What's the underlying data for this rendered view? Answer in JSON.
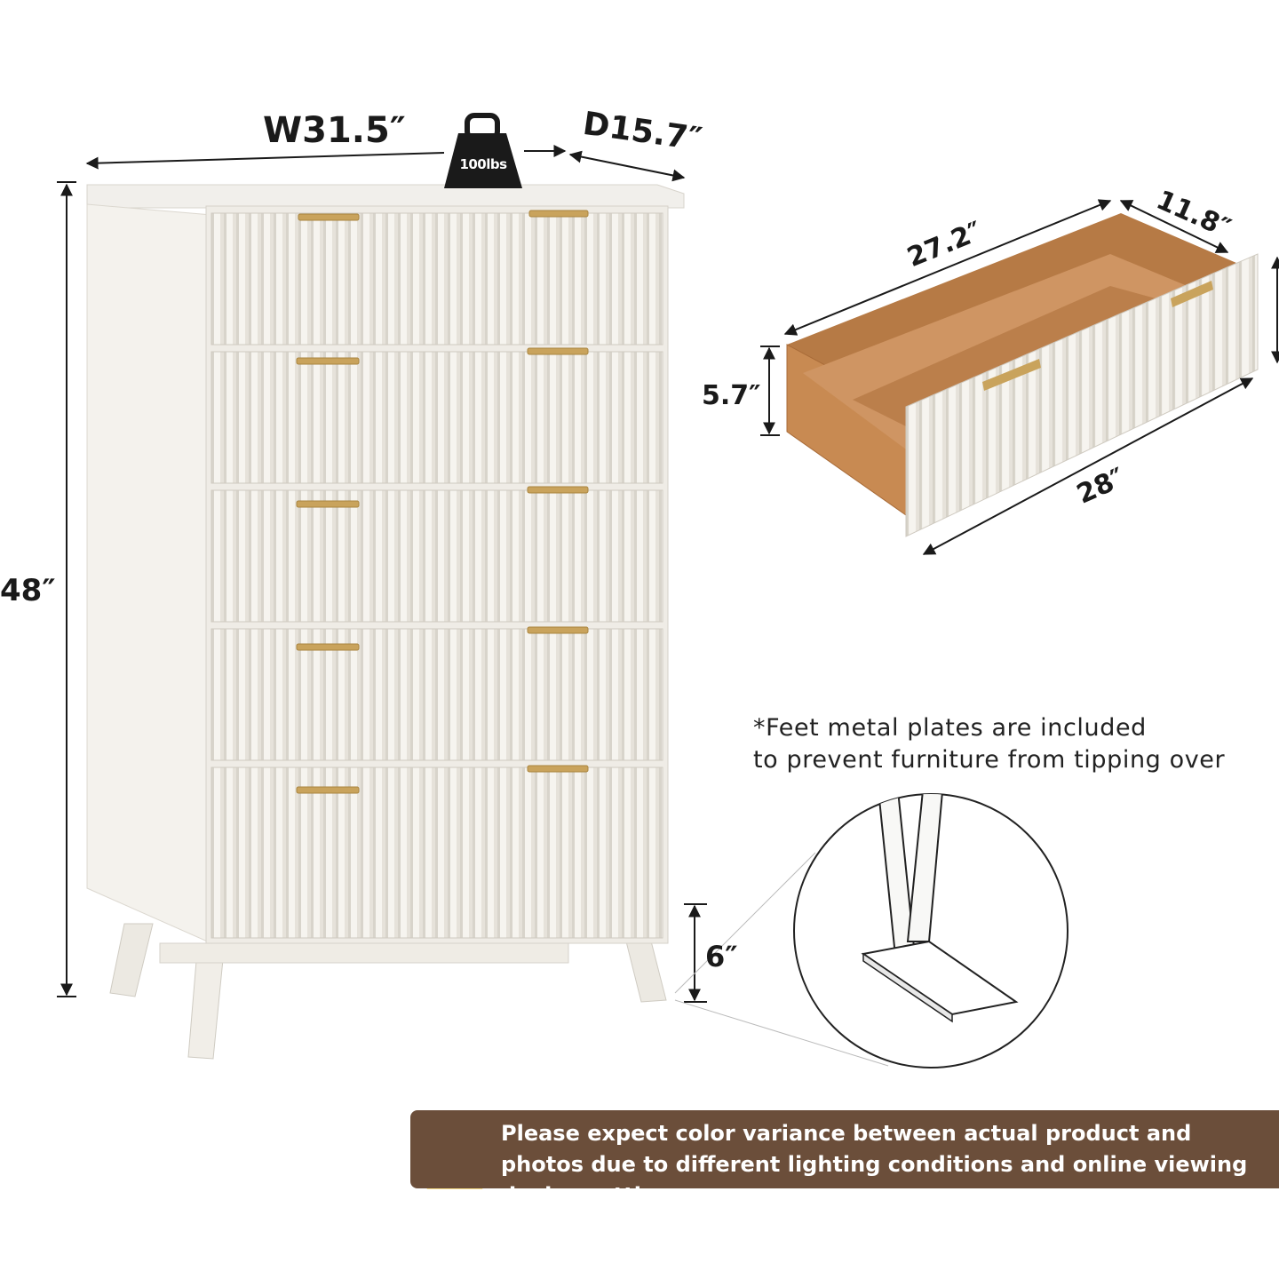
{
  "dimensions": {
    "width": "W31.5″",
    "depth": "D15.7″",
    "height": "48″",
    "leg_height": "6″",
    "weight": "100lbs",
    "drawer_inner_length": "27.2″",
    "drawer_inner_depth": "11.8″",
    "drawer_height": "5.7″",
    "drawer_front_width": "28″"
  },
  "feet_note": {
    "line1": "*Feet metal plates are included",
    "line2": "to prevent furniture from tipping over"
  },
  "disclaimer": {
    "line1": "Please expect color variance between actual product and",
    "line2": "photos due to different lighting conditions and online viewing",
    "line3": "device settings."
  },
  "colors": {
    "cabinet": "#f3f1ec",
    "handles": "#c9a35c",
    "drawer_wood": "#c88a52",
    "banner": "#6b4e3a",
    "warning": "#f5c518"
  },
  "icons": {
    "weight": "weight-icon",
    "warning": "warning-icon"
  }
}
